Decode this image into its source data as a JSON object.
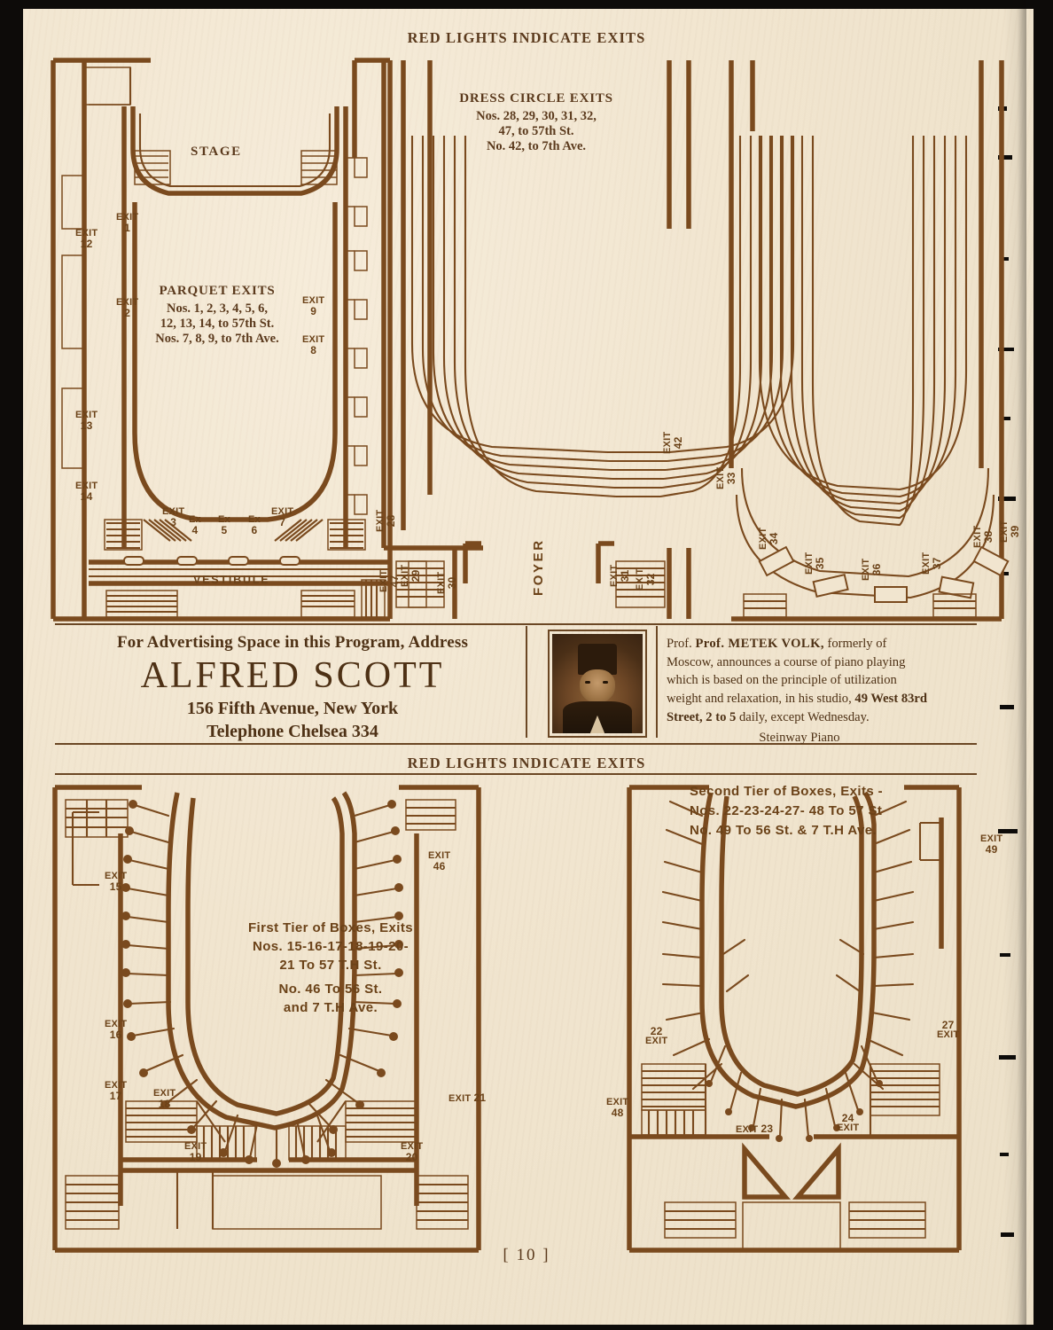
{
  "page": {
    "number_label": "[ 10 ]",
    "ink_color": "#7a4a1e",
    "paper_color": "#f1e5cf"
  },
  "headers": {
    "top": "RED LIGHTS INDICATE EXITS",
    "bottom": "RED LIGHTS INDICATE EXITS"
  },
  "top_plan": {
    "stage_label": "STAGE",
    "vestibule_label": "VESTIBULE",
    "foyer_label": "FOYER",
    "parquet": {
      "title": "PARQUET EXITS",
      "line1": "Nos. 1, 2, 3, 4, 5, 6,",
      "line2": "12, 13, 14, to 57th St.",
      "line3": "Nos. 7, 8, 9, to 7th Ave."
    },
    "dress_circle": {
      "title": "DRESS CIRCLE EXITS",
      "line1": "Nos. 28, 29, 30, 31, 32,",
      "line2": "47, to 57th St.",
      "line3": "No. 42, to 7th Ave."
    },
    "exits_left": [
      {
        "word": "EXIT",
        "num": "12"
      },
      {
        "word": "EXIT",
        "num": "13"
      },
      {
        "word": "EXIT",
        "num": "14"
      },
      {
        "word": "EXIT",
        "num": "1"
      },
      {
        "word": "EXIT",
        "num": "2"
      },
      {
        "word": "EXIT",
        "num": "9"
      },
      {
        "word": "EXIT",
        "num": "8"
      }
    ],
    "exits_vestibule": [
      {
        "word": "EXIT",
        "num": "3"
      },
      {
        "word": "Ex",
        "num": "4"
      },
      {
        "word": "Ex",
        "num": "5"
      },
      {
        "word": "Ex",
        "num": "6"
      },
      {
        "word": "EXIT",
        "num": "7"
      }
    ],
    "exits_dress_circle": [
      {
        "word": "EXIT",
        "num": "28"
      },
      {
        "word": "EXIT",
        "num": "47"
      },
      {
        "word": "EXIT",
        "num": "29"
      },
      {
        "word": "EXIT",
        "num": "30"
      },
      {
        "word": "EXIT",
        "num": "31"
      },
      {
        "word": "EXIT",
        "num": "32"
      },
      {
        "word": "EXIT",
        "num": "42"
      },
      {
        "word": "EXIT",
        "num": "33"
      },
      {
        "word": "EXIT",
        "num": "34"
      },
      {
        "word": "EXIT",
        "num": "35"
      },
      {
        "word": "EXIT",
        "num": "36"
      },
      {
        "word": "EXIT",
        "num": "37"
      },
      {
        "word": "EXIT",
        "num": "38"
      },
      {
        "word": "EXIT",
        "num": "39"
      }
    ]
  },
  "advertisement": {
    "left": {
      "line1": "For Advertising Space in this Program, Address",
      "name": "ALFRED SCOTT",
      "address": "156 Fifth Avenue, New York",
      "telephone": "Telephone Chelsea 334"
    },
    "right": {
      "lead_name": "Prof. METEK VOLK,",
      "prefix": "Prof. ",
      "body": " formerly of Moscow, announces a course of piano playing which is based on the principle of utilization weight and relaxation, in his studio, ",
      "studio": "49 West 83rd Street, 2 to 5",
      "body2": " daily, except Wednesday.",
      "signature": "Steinway Piano"
    },
    "portrait_alt": "portrait-of-prof-metek-volk"
  },
  "first_tier": {
    "caption_line1": "First Tier of Boxes, Exits",
    "caption_line2": "Nos. 15-16-17-18-19-20-",
    "caption_line3": "21 To 57 T.H St.",
    "caption_line4": "No.  46 To 56 St.",
    "caption_line5": "and 7 T.H Ave.",
    "exits": [
      {
        "word": "EXIT",
        "num": "15"
      },
      {
        "word": "EXIT",
        "num": "16"
      },
      {
        "word": "EXIT",
        "num": "17"
      },
      {
        "word": "EXIT",
        "num": "18"
      },
      {
        "word": "EXIT",
        "num": "19"
      },
      {
        "word": "EXIT",
        "num": "46"
      },
      {
        "word": "EXIT",
        "num": "21"
      },
      {
        "word": "EXIT",
        "num": "20"
      }
    ]
  },
  "second_tier": {
    "caption_line1": "Second Tier of Boxes, Exits -",
    "caption_line2": "Nos. 22-23-24-27- 48 To 57 St",
    "caption_line3": "No.  49 To 56 St. & 7 T.H Ave.",
    "exits": [
      {
        "word": "EXIT",
        "num": "49"
      },
      {
        "word": "EXIT",
        "num": "22"
      },
      {
        "word": "EXIT",
        "num": "27"
      },
      {
        "word": "EXIT",
        "num": "48"
      },
      {
        "word": "EXIT",
        "num": "23"
      },
      {
        "word": "EXIT",
        "num": "24"
      }
    ]
  }
}
